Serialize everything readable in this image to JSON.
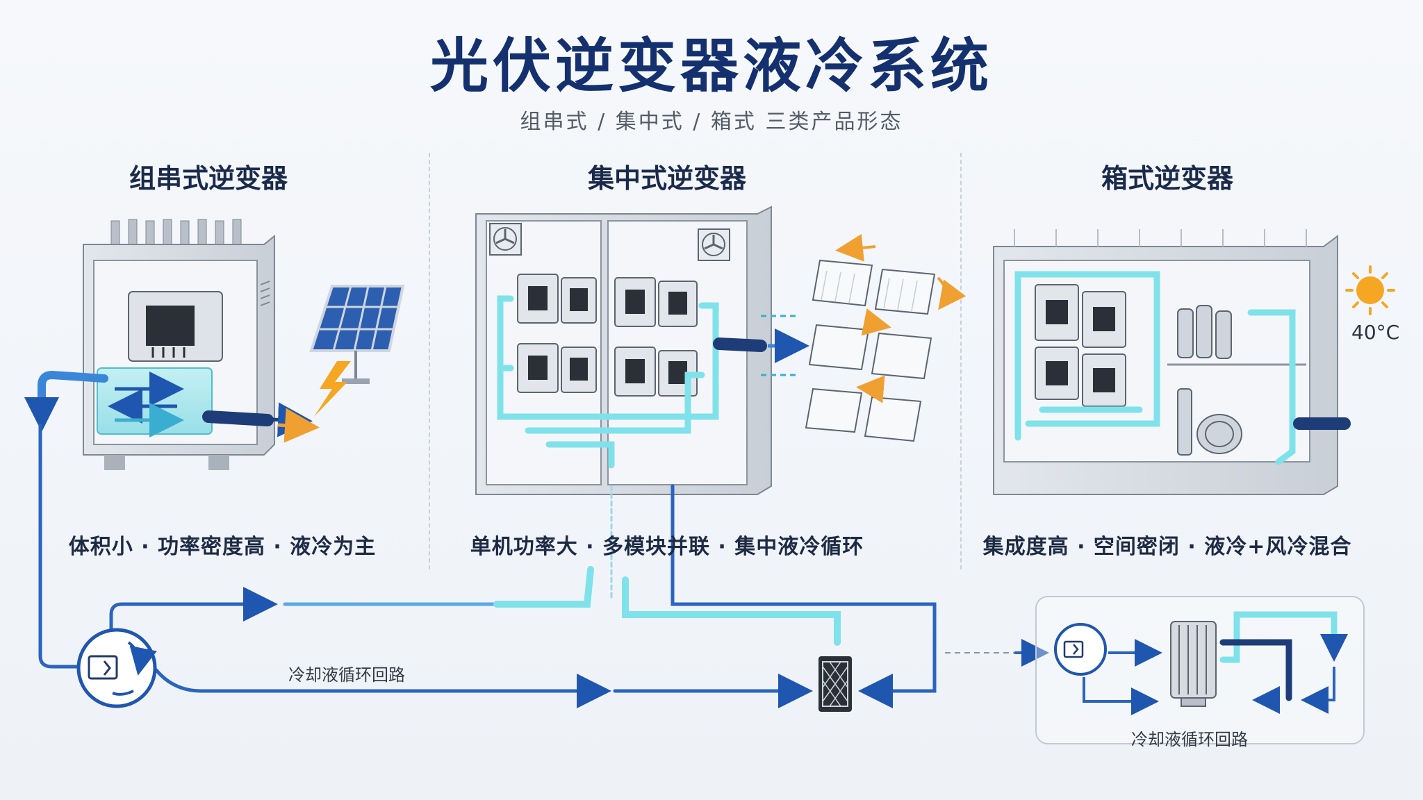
{
  "header": {
    "title": "光伏逆变器液冷系统",
    "subtitle": "组串式 / 集中式 / 箱式  三类产品形态"
  },
  "columns": [
    {
      "title": "组串式逆变器",
      "desc": "体积小 · 功率密度高 · 液冷为主"
    },
    {
      "title": "集中式逆变器",
      "desc": "单机功率大 · 多模块并联 · 集中液冷循环"
    },
    {
      "title": "箱式逆变器",
      "desc": "集成度高 · 空间密闭 · 液冷+风冷混合"
    }
  ],
  "ambient_temperature": "40°C",
  "loops": {
    "main_label": "冷却液循环回路",
    "box_label": "冷却液循环回路"
  },
  "icons": {
    "pump": "pump-icon",
    "radiator": "radiator-icon",
    "sun": "sun-icon",
    "lightning": "lightning-icon",
    "solar_panel": "solar-panel-icon",
    "fan": "fan-icon"
  },
  "colors": {
    "title": "#14306e",
    "coolant_dark": "#1f56b0",
    "coolant_light": "#5fd6e0",
    "sun": "#f5a623",
    "frame": "#9aa3b0"
  }
}
